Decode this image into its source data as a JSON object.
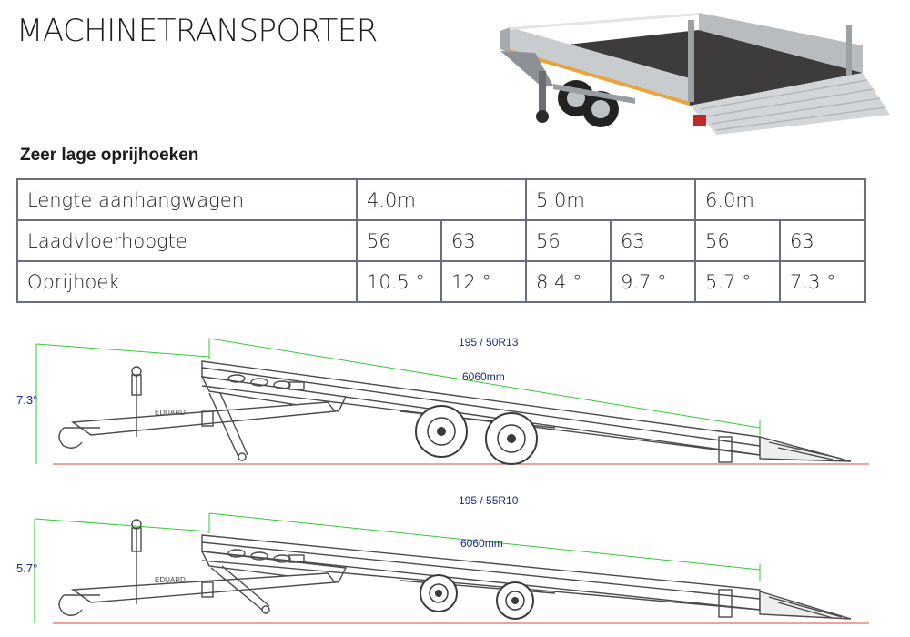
{
  "title": "MACHINETRANSPORTER",
  "subtitle": "Zeer lage oprijhoeken",
  "table": {
    "row1": {
      "label": "Lengte aanhangwagen",
      "values": [
        "4.0m",
        "5.0m",
        "6.0m"
      ]
    },
    "row2": {
      "label": "Laadvloerhoogte",
      "values": [
        "56",
        "63",
        "56",
        "63",
        "56",
        "63"
      ]
    },
    "row3": {
      "label": "Oprijhoek",
      "values": [
        "10.5 °",
        "12 °",
        "8.4 °",
        "9.7 °",
        "5.7 °",
        "7.3 °"
      ]
    }
  },
  "diagram_top": {
    "tire": "195 / 50R13",
    "length": "6060mm",
    "angle": "7.3°",
    "brand": "EDUARD"
  },
  "diagram_bottom": {
    "tire": "195 / 55R10",
    "length": "6060mm",
    "angle": "5.7°",
    "brand": "EDUARD"
  },
  "colors": {
    "dimension_line": "#33cc33",
    "ground_line": "#e04040",
    "label": "#1b2a8a",
    "table_border": "#6b6d80",
    "accent_stripe": "#e8a33a"
  }
}
